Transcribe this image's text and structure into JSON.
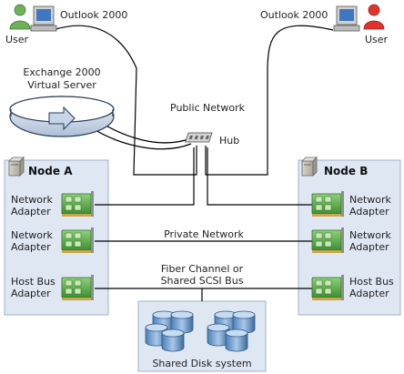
{
  "labels": {
    "outlook_left": "Outlook 2000",
    "outlook_right": "Outlook 2000",
    "user_left": "User",
    "user_right": "User",
    "exchange_line1": "Exchange 2000",
    "exchange_line2": "Virtual Server",
    "public_network": "Public Network",
    "hub": "Hub",
    "node_a": "Node A",
    "node_b": "Node B",
    "net_adapter_a1_l1": "Network",
    "net_adapter_a1_l2": "Adapter",
    "net_adapter_a2_l1": "Network",
    "net_adapter_a2_l2": "Adapter",
    "hba_a_l1": "Host Bus",
    "hba_a_l2": "Adapter",
    "net_adapter_b1_l1": "Network",
    "net_adapter_b1_l2": "Adapter",
    "net_adapter_b2_l1": "Network",
    "net_adapter_b2_l2": "Adapter",
    "hba_b_l1": "Host Bus",
    "hba_b_l2": "Adapter",
    "private_network": "Private Network",
    "fiber_l1": "Fiber Channel or",
    "fiber_l2": "Shared SCSI Bus",
    "shared_disk": "Shared Disk system"
  },
  "colors": {
    "node_fill": "#dfe7f3",
    "node_border": "#9eb0cc",
    "user_left": "#6fb05a",
    "user_right": "#e0332b",
    "card_green": "#5aa84a",
    "disk_blue": "#5a8fc4"
  }
}
